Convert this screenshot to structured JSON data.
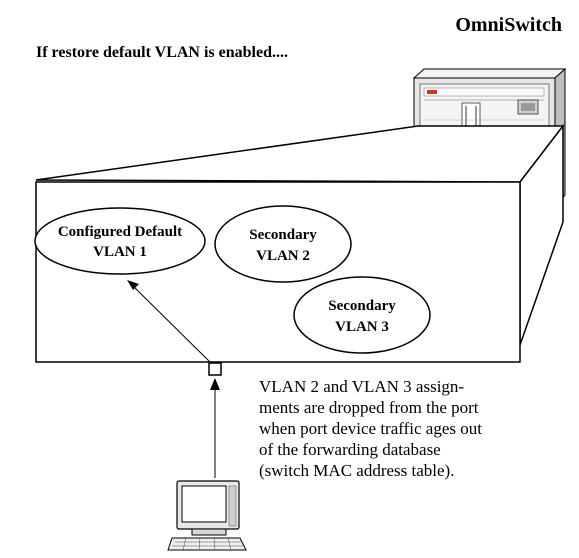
{
  "header": {
    "title": "OmniSwitch",
    "subtitle": "If restore default VLAN is enabled...."
  },
  "vlans": {
    "default": {
      "line1": "Configured Default",
      "line2": "VLAN 1"
    },
    "secondary_a": {
      "line1": "Secondary",
      "line2": "VLAN 2"
    },
    "secondary_b": {
      "line1": "Secondary",
      "line2": "VLAN 3"
    }
  },
  "note": {
    "lines": [
      "VLAN 2 and VLAN 3 assign-",
      "ments are dropped from the port",
      "when port device traffic ages out",
      "of the forwarding database",
      "(switch MAC address table)."
    ]
  },
  "colors": {
    "line": "#000000",
    "box_face": "#ffffff",
    "chassis": "#e6e6e6",
    "chassis_accent": "#c83c1e"
  }
}
